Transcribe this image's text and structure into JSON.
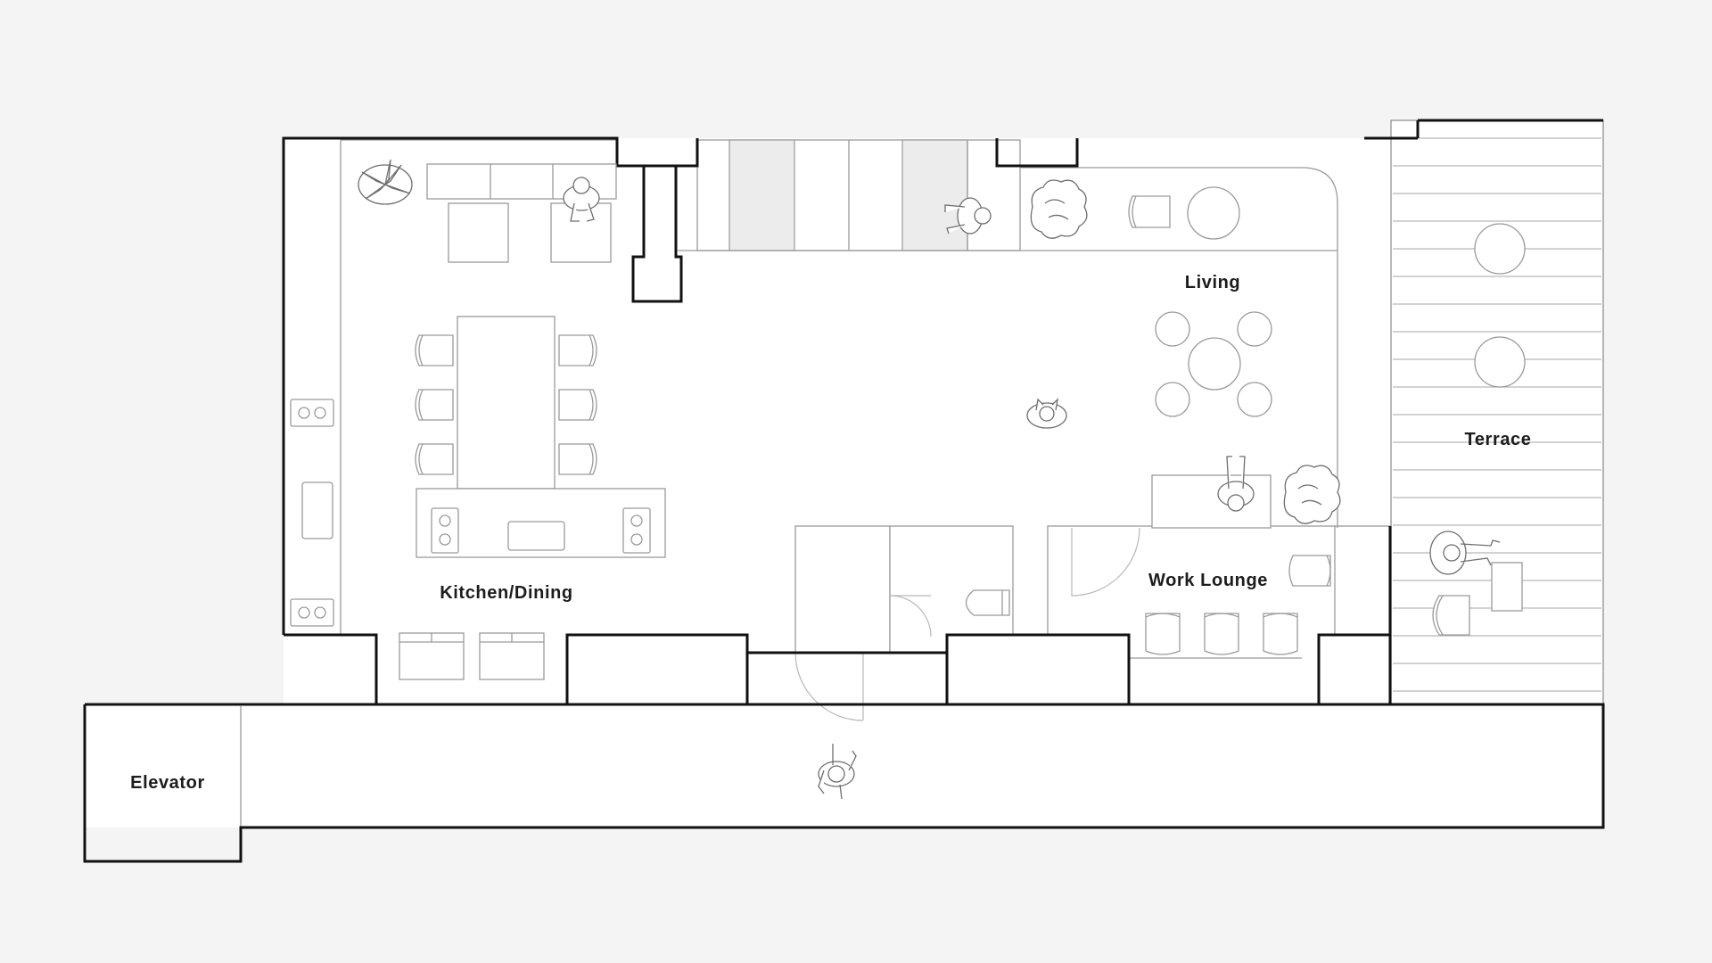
{
  "floor_plan": {
    "rooms": [
      {
        "id": "kitchen-dining",
        "label": "Kitchen/Dining"
      },
      {
        "id": "living",
        "label": "Living"
      },
      {
        "id": "terrace",
        "label": "Terrace"
      },
      {
        "id": "work-lounge",
        "label": "Work Lounge"
      },
      {
        "id": "elevator",
        "label": "Elevator"
      }
    ],
    "colors": {
      "background": "#f4f4f4",
      "floor": "#ffffff",
      "wall": "#111111",
      "fixture": "#9a9a9a"
    }
  }
}
